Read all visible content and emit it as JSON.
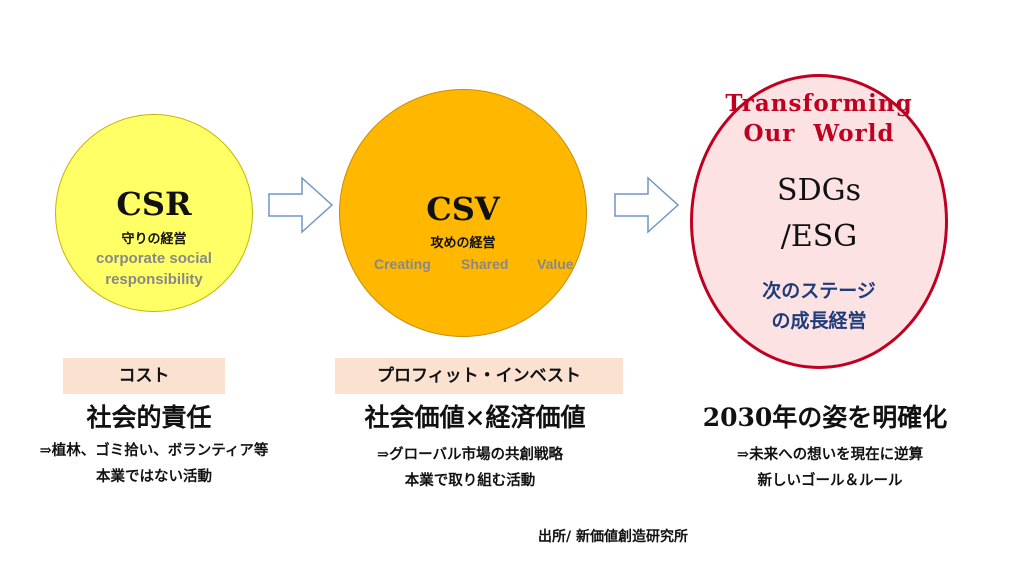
{
  "csr": {
    "title": "CSR",
    "subtitle": "守りの経営",
    "english_line1": "corporate social",
    "english_line2": "responsibility",
    "label": "コスト",
    "headline": "社会的責任",
    "desc_line1": "⇒植林、ゴミ拾い、ボランティア等",
    "desc_line2": "本業ではない活動"
  },
  "csv": {
    "title": "CSV",
    "subtitle": "攻めの経営",
    "english_word1": "Creating",
    "english_word2": "Shared",
    "english_word3": "Value",
    "label": "プロフィット・インベスト",
    "headline": "社会価値×経済価値",
    "desc_line1": "⇒グローバル市場の共創戦略",
    "desc_line2": "本業で取り組む活動"
  },
  "sdgs": {
    "tagline_line1": "Transforming",
    "tagline_line2": "Our  World",
    "title_line1": "SDGs",
    "title_line2": "/ESG",
    "subtitle_line1": "次のステージ",
    "subtitle_line2": "の成長経営",
    "headline": "2030年の姿を明確化",
    "desc_line1": "⇒未来への想いを現在に逆算",
    "desc_line2": "新しいゴール＆ルール"
  },
  "source": "出所/ 新価値創造研究所",
  "colors": {
    "csr_fill": "#ffff66",
    "csv_fill": "#ffb700",
    "sdgs_fill": "#fde2e4",
    "sdgs_border": "#c00020",
    "label_fill": "#fbe1cf",
    "navy_text": "#1f3c7a",
    "gray_text": "#888888"
  }
}
